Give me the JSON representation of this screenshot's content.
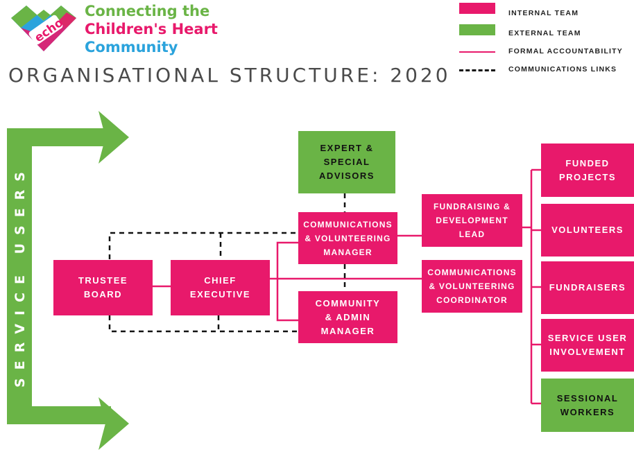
{
  "colors": {
    "internal": "#e8196b",
    "external": "#6ab446",
    "logo_blue": "#2ba3dc"
  },
  "logo": {
    "badge_text": "echo",
    "line1": "Connecting the",
    "line2": "Children's Heart",
    "line3": "Community"
  },
  "title": "ORGANISATIONAL STRUCTURE: 2020",
  "legend": {
    "internal": "INTERNAL TEAM",
    "external": "EXTERNAL TEAM",
    "formal": "FORMAL ACCOUNTABILITY",
    "comms": "COMMUNICATIONS LINKS"
  },
  "service_users": "SERVICE USERS",
  "nodes": {
    "trustee_board": "TRUSTEE\nBOARD",
    "chief_executive": "CHIEF\nEXECUTIVE",
    "expert_advisors": "EXPERT &\nSPECIAL\nADVISORS",
    "comms_manager": "COMMUNICATIONS\n& VOLUNTEERING\nMANAGER",
    "community_manager": "COMMUNITY\n& ADMIN\nMANAGER",
    "fundraising_lead": "FUNDRAISING &\nDEVELOPMENT\nLEAD",
    "comms_coordinator": "COMMUNICATIONS\n& VOLUNTEERING\nCOORDINATOR",
    "funded_projects": "FUNDED\nPROJECTS",
    "volunteers": "VOLUNTEERS",
    "fundraisers": "FUNDRAISERS",
    "service_user_involvement": "SERVICE USER\nINVOLVEMENT",
    "sessional_workers": "SESSIONAL\nWORKERS"
  }
}
